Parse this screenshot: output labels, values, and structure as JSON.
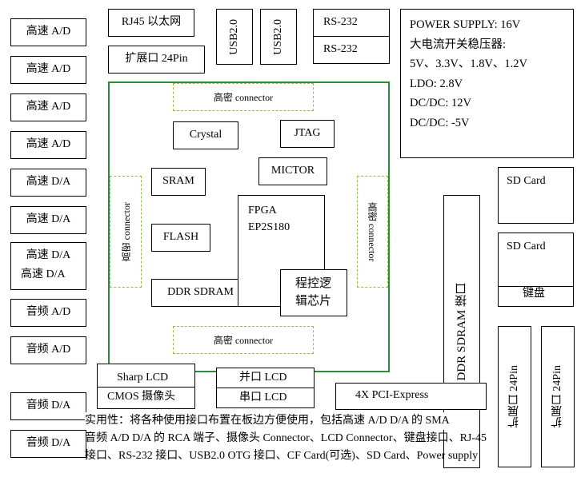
{
  "left_column": [
    "高速 A/D",
    "高速 A/D",
    "高速 A/D",
    "高速 A/D",
    "高速 D/A",
    "高速 D/A",
    "高速 D/A",
    "高速 D/A",
    "音频 A/D",
    "音频 A/D",
    "音频 D/A",
    "音频 D/A"
  ],
  "top": {
    "rj45": "RJ45 以太网",
    "expansion": "扩展口 24Pin",
    "usb1": "USB2.0",
    "usb2": "USB2.0",
    "rs232_1": "RS-232",
    "rs232_2": "RS-232"
  },
  "power": [
    "POWER SUPPLY: 16V",
    "大电流开关稳压器:",
    "5V、3.3V、1.8V、1.2V",
    "LDO: 2.8V",
    "DC/DC: 12V",
    "DC/DC: -5V"
  ],
  "board": {
    "conn_top": "高密 connector",
    "conn_bottom": "高密 connector",
    "conn_left": "高密 connector",
    "conn_right": "高密 connector",
    "crystal": "Crystal",
    "jtag": "JTAG",
    "mictor": "MICTOR",
    "sram": "SRAM",
    "flash": "FLASH",
    "ddr": "DDR SDRAM",
    "fpga_line1": "FPGA",
    "fpga_line2": "EP2S180",
    "cpld_line1": "程控逻",
    "cpld_line2": "辑芯片"
  },
  "right": {
    "ddr_port": "DDR SDRAM 接口",
    "sd1": "SD Card",
    "sd2": "SD Card",
    "keypad": "键盘",
    "exp1": "扩展口 24Pin",
    "exp2": "扩展口 24Pin"
  },
  "bottom": {
    "sharp_lcd": "Sharp LCD",
    "cmos": "CMOS 摄像头",
    "parallel_lcd": "并口 LCD",
    "serial_lcd": "串口 LCD",
    "pcie": "4X PCI-Express"
  },
  "paragraph": [
    "实用性：将各种使用接口布置在板边方便使用，包括高速 A/D D/A 的 SMA",
    "音频 A/D D/A 的 RCA 端子、摄像头 Connector、LCD Connector、键盘接口、RJ-45",
    "接口、RS-232 接口、USB2.0 OTG 接口、CF Card(可选)、SD Card、Power supply"
  ]
}
